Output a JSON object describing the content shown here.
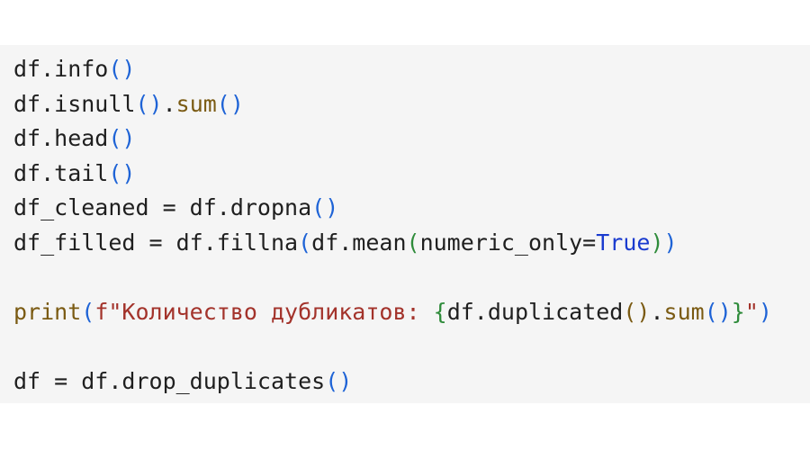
{
  "code": {
    "lines": [
      [
        {
          "text": "df.info",
          "kind": "plain"
        },
        {
          "text": "()",
          "kind": "paren"
        }
      ],
      [
        {
          "text": "df.isnull",
          "kind": "plain"
        },
        {
          "text": "()",
          "kind": "paren"
        },
        {
          "text": ".",
          "kind": "plain"
        },
        {
          "text": "sum",
          "kind": "func"
        },
        {
          "text": "()",
          "kind": "paren"
        }
      ],
      [
        {
          "text": "df.head",
          "kind": "plain"
        },
        {
          "text": "()",
          "kind": "paren"
        }
      ],
      [
        {
          "text": "df.tail",
          "kind": "plain"
        },
        {
          "text": "()",
          "kind": "paren"
        }
      ],
      [
        {
          "text": "df_cleaned = df.dropna",
          "kind": "plain"
        },
        {
          "text": "()",
          "kind": "paren"
        }
      ],
      [
        {
          "text": "df_filled = df.fillna",
          "kind": "plain"
        },
        {
          "text": "(",
          "kind": "paren"
        },
        {
          "text": "df.mean",
          "kind": "plain"
        },
        {
          "text": "(",
          "kind": "paren2"
        },
        {
          "text": "numeric_only=",
          "kind": "plain"
        },
        {
          "text": "True",
          "kind": "kw"
        },
        {
          "text": ")",
          "kind": "paren2"
        },
        {
          "text": ")",
          "kind": "paren"
        }
      ],
      [],
      [
        {
          "text": "print",
          "kind": "func"
        },
        {
          "text": "(",
          "kind": "paren"
        },
        {
          "text": "f\"Количество дубликатов: ",
          "kind": "str"
        },
        {
          "text": "{",
          "kind": "brace"
        },
        {
          "text": "df.duplicated",
          "kind": "plain"
        },
        {
          "text": "()",
          "kind": "func"
        },
        {
          "text": ".",
          "kind": "plain"
        },
        {
          "text": "sum",
          "kind": "func"
        },
        {
          "text": "()",
          "kind": "paren"
        },
        {
          "text": "}",
          "kind": "brace"
        },
        {
          "text": "\"",
          "kind": "str"
        },
        {
          "text": ")",
          "kind": "paren"
        }
      ],
      [],
      [
        {
          "text": "df = df.drop_duplicates",
          "kind": "plain"
        },
        {
          "text": "()",
          "kind": "paren"
        }
      ]
    ],
    "colors": {
      "background": "#f5f5f5",
      "plain": "#1f1f1f",
      "paren": "#1e63d6",
      "paren2": "#2e8b3a",
      "func": "#7a5a12",
      "kw": "#1a3bcf",
      "str": "#a3332b",
      "brace": "#2e8b3a"
    }
  }
}
